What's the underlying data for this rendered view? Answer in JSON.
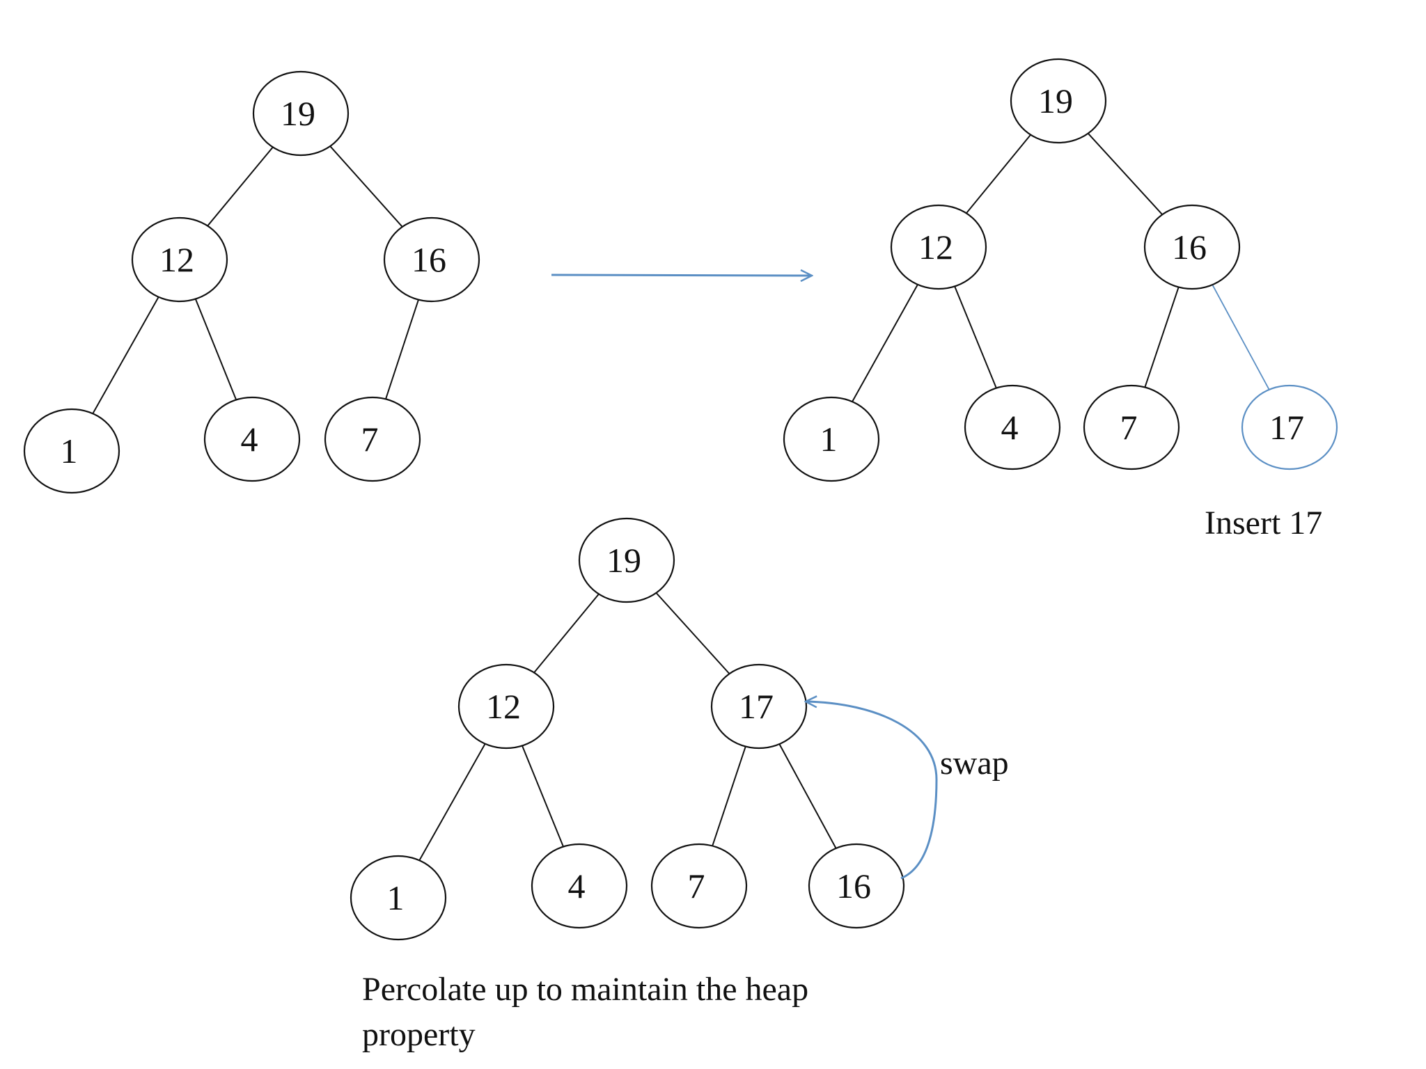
{
  "colors": {
    "line": "#111111",
    "accent": "#5b8fc4"
  },
  "trees": [
    {
      "id": "before",
      "nodes": [
        {
          "id": "a",
          "label": "19"
        },
        {
          "id": "b",
          "label": "12"
        },
        {
          "id": "c",
          "label": "16"
        },
        {
          "id": "d",
          "label": "1"
        },
        {
          "id": "e",
          "label": "4"
        },
        {
          "id": "f",
          "label": "7"
        }
      ],
      "edges": [
        [
          "a",
          "b"
        ],
        [
          "a",
          "c"
        ],
        [
          "b",
          "d"
        ],
        [
          "b",
          "e"
        ],
        [
          "c",
          "f"
        ]
      ]
    },
    {
      "id": "inserted",
      "caption": "Insert 17",
      "nodes": [
        {
          "id": "a",
          "label": "19"
        },
        {
          "id": "b",
          "label": "12"
        },
        {
          "id": "c",
          "label": "16"
        },
        {
          "id": "d",
          "label": "1"
        },
        {
          "id": "e",
          "label": "4"
        },
        {
          "id": "f",
          "label": "7"
        },
        {
          "id": "g",
          "label": "17",
          "highlight": true
        }
      ],
      "edges": [
        [
          "a",
          "b"
        ],
        [
          "a",
          "c"
        ],
        [
          "b",
          "d"
        ],
        [
          "b",
          "e"
        ],
        [
          "c",
          "f"
        ],
        [
          "c",
          "g",
          true
        ]
      ]
    },
    {
      "id": "percolated",
      "caption_lines": [
        "Percolate up to maintain the heap",
        "property"
      ],
      "swap_label": "swap",
      "nodes": [
        {
          "id": "a",
          "label": "19"
        },
        {
          "id": "b",
          "label": "12"
        },
        {
          "id": "c",
          "label": "17"
        },
        {
          "id": "d",
          "label": "1"
        },
        {
          "id": "e",
          "label": "4"
        },
        {
          "id": "f",
          "label": "7"
        },
        {
          "id": "g",
          "label": "16"
        }
      ],
      "edges": [
        [
          "a",
          "b"
        ],
        [
          "a",
          "c"
        ],
        [
          "b",
          "d"
        ],
        [
          "b",
          "e"
        ],
        [
          "c",
          "f"
        ],
        [
          "c",
          "g"
        ]
      ]
    }
  ]
}
